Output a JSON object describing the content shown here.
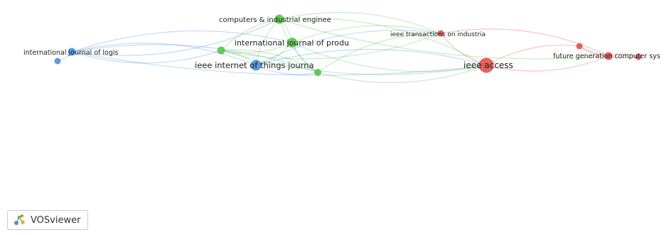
{
  "app": {
    "name": "VOSviewer"
  },
  "colors": {
    "blue": "#4a90d9",
    "green": "#58c34c",
    "red": "#e0524f",
    "label": "#222222"
  },
  "network": {
    "nodes": [
      {
        "id": "intl-logis",
        "label": "international journal of logis",
        "cluster": "blue",
        "weight": 2
      },
      {
        "id": "blue-small",
        "label": "",
        "cluster": "blue",
        "weight": 1
      },
      {
        "id": "ieee-iot",
        "label": "ieee internet of things journa",
        "cluster": "blue",
        "weight": 3
      },
      {
        "id": "computers-ind",
        "label": "computers & industrial enginee",
        "cluster": "green",
        "weight": 2
      },
      {
        "id": "intl-prod",
        "label": "international journal of produ",
        "cluster": "green",
        "weight": 3
      },
      {
        "id": "green-left",
        "label": "",
        "cluster": "green",
        "weight": 1
      },
      {
        "id": "green-bottom",
        "label": "",
        "cluster": "green",
        "weight": 1
      },
      {
        "id": "ieee-access",
        "label": "ieee access",
        "cluster": "red",
        "weight": 5
      },
      {
        "id": "ieee-trans-ind",
        "label": "ieee transactions on industria",
        "cluster": "red",
        "weight": 1
      },
      {
        "id": "future-gen",
        "label": "future generation computer sys",
        "cluster": "red",
        "weight": 2
      },
      {
        "id": "red-small-top",
        "label": "",
        "cluster": "red",
        "weight": 1
      },
      {
        "id": "red-small-right",
        "label": "",
        "cluster": "red",
        "weight": 1
      }
    ],
    "links": [
      [
        "intl-logis",
        "computers-ind"
      ],
      [
        "intl-logis",
        "intl-prod"
      ],
      [
        "intl-logis",
        "green-left"
      ],
      [
        "intl-logis",
        "ieee-iot"
      ],
      [
        "intl-logis",
        "ieee-access"
      ],
      [
        "intl-logis",
        "green-bottom"
      ],
      [
        "blue-small",
        "intl-logis"
      ],
      [
        "green-left",
        "computers-ind"
      ],
      [
        "green-left",
        "intl-prod"
      ],
      [
        "green-left",
        "ieee-iot"
      ],
      [
        "green-left",
        "ieee-access"
      ],
      [
        "green-left",
        "green-bottom"
      ],
      [
        "green-left",
        "ieee-trans-ind"
      ],
      [
        "computers-ind",
        "intl-prod"
      ],
      [
        "computers-ind",
        "ieee-iot"
      ],
      [
        "computers-ind",
        "ieee-access"
      ],
      [
        "computers-ind",
        "green-bottom"
      ],
      [
        "computers-ind",
        "ieee-trans-ind"
      ],
      [
        "computers-ind",
        "future-gen"
      ],
      [
        "intl-prod",
        "ieee-iot"
      ],
      [
        "intl-prod",
        "ieee-access"
      ],
      [
        "intl-prod",
        "ieee-trans-ind"
      ],
      [
        "intl-prod",
        "green-bottom"
      ],
      [
        "ieee-iot",
        "ieee-access"
      ],
      [
        "ieee-iot",
        "green-bottom"
      ],
      [
        "ieee-iot",
        "ieee-trans-ind"
      ],
      [
        "green-bottom",
        "ieee-access"
      ],
      [
        "green-bottom",
        "ieee-trans-ind"
      ],
      [
        "ieee-trans-ind",
        "ieee-access"
      ],
      [
        "ieee-trans-ind",
        "future-gen"
      ],
      [
        "ieee-access",
        "future-gen"
      ],
      [
        "ieee-access",
        "red-small-top"
      ],
      [
        "red-small-top",
        "future-gen"
      ],
      [
        "future-gen",
        "red-small-right"
      ],
      [
        "red-small-top",
        "red-small-right"
      ]
    ]
  }
}
